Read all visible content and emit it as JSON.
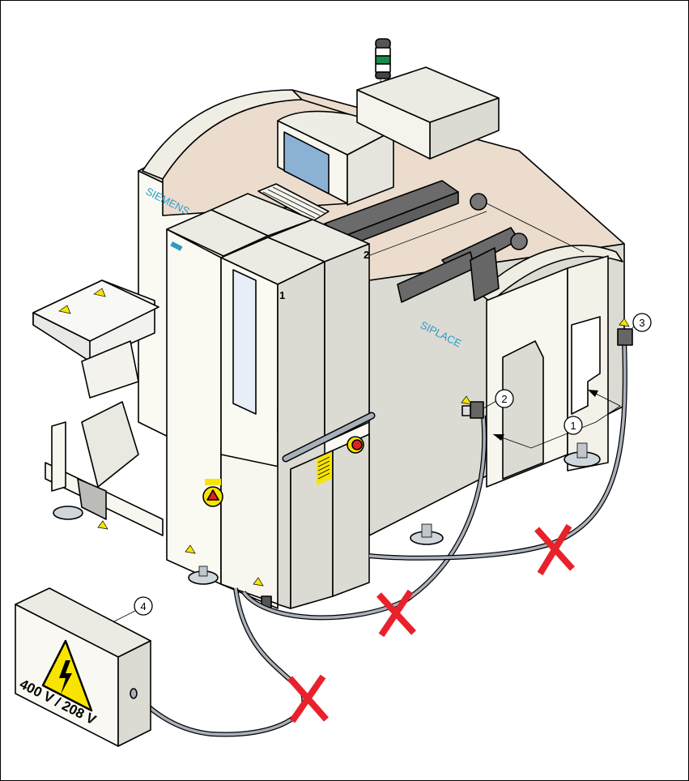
{
  "figure": {
    "brand_left": "SIEMENS",
    "brand_right": "SIPLACE",
    "power_box_label": "400 V / 208 V",
    "callouts": [
      {
        "number": "1",
        "meaning": "machine power inlets (arrows)"
      },
      {
        "number": "2",
        "meaning": "power connector, left side"
      },
      {
        "number": "3",
        "meaning": "power connector, right side"
      },
      {
        "number": "4",
        "meaning": "mains distribution box"
      }
    ],
    "cabinet_door_numbers": [
      "1",
      "2"
    ],
    "warnings": {
      "cable_cross_marks": 3,
      "cross_color": "#e8212b",
      "hazard_color": "#f7e500"
    },
    "icons": [
      "signal-tower-icon",
      "high-voltage-warning-icon",
      "emergency-stop-icon",
      "main-switch-icon",
      "prohibited-cross-icon"
    ]
  }
}
